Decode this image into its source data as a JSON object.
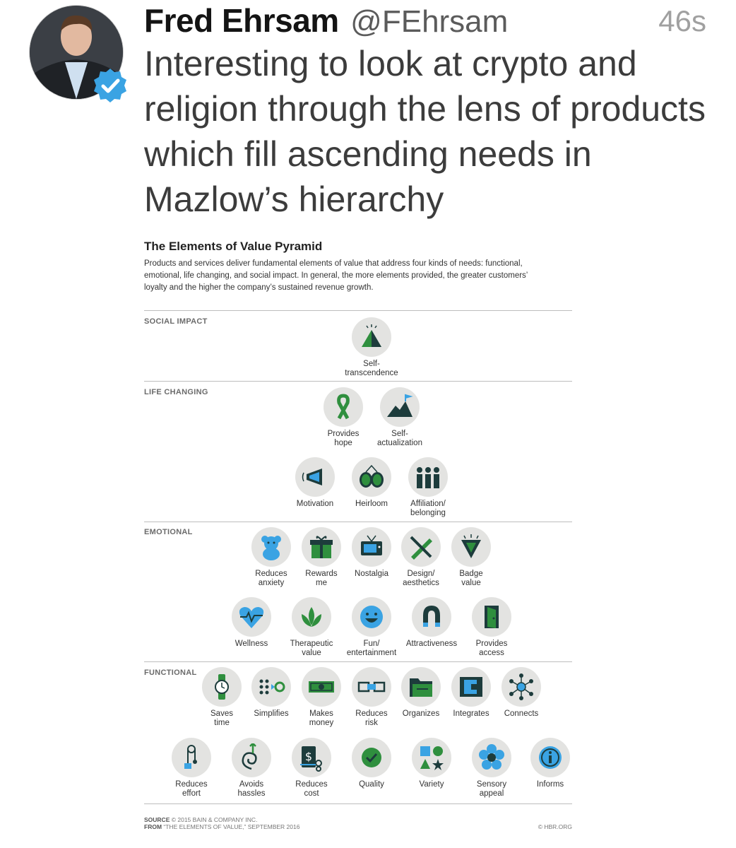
{
  "tweet": {
    "name": "Fred Ehrsam",
    "handle": "@FEhrsam",
    "time": "46s",
    "text": "Interesting to look at crypto and religion through the lens of products which fill ascending needs in Mazlow’s hierarchy"
  },
  "colors": {
    "accent_green": "#2f8f3e",
    "icon_dark": "#1d3c3c",
    "circle_bg": "#e3e3e1",
    "verified_blue": "#3aa3e3"
  },
  "infographic": {
    "title": "The Elements of Value Pyramid",
    "description": "Products and services deliver fundamental elements of value that address four kinds of needs: functional, emotional, life changing, and social impact. In general, the more elements provided, the greater customers’ loyalty and the higher the company’s sustained revenue growth.",
    "sections": {
      "social": "SOCIAL IMPACT",
      "life": "LIFE CHANGING",
      "emotional": "EMOTIONAL",
      "functional": "FUNCTIONAL"
    },
    "elements": {
      "self_transcendence": "Self-\ntranscendence",
      "provides_hope": "Provides\nhope",
      "self_actualization": "Self-\nactualization",
      "motivation": "Motivation",
      "heirloom": "Heirloom",
      "affiliation": "Affiliation/\nbelonging",
      "reduces_anxiety": "Reduces\nanxiety",
      "rewards_me": "Rewards\nme",
      "nostalgia": "Nostalgia",
      "design": "Design/\naesthetics",
      "badge_value": "Badge\nvalue",
      "wellness": "Wellness",
      "therapeutic": "Therapeutic\nvalue",
      "fun": "Fun/\nentertainment",
      "attractiveness": "Attractiveness",
      "provides_access": "Provides\naccess",
      "saves_time": "Saves\ntime",
      "simplifies": "Simplifies",
      "makes_money": "Makes\nmoney",
      "reduces_risk": "Reduces\nrisk",
      "organizes": "Organizes",
      "integrates": "Integrates",
      "connects": "Connects",
      "reduces_effort": "Reduces\neffort",
      "avoids_hassles": "Avoids\nhassles",
      "reduces_cost": "Reduces\ncost",
      "quality": "Quality",
      "variety": "Variety",
      "sensory_appeal": "Sensory\nappeal",
      "informs": "Informs"
    },
    "source_line1": "© 2015 BAIN & COMPANY INC.",
    "source_label": "SOURCE",
    "from_label": "FROM",
    "source_line2": "“THE ELEMENTS OF VALUE,” SEPTEMBER 2016",
    "credit": "© HBR.ORG"
  }
}
